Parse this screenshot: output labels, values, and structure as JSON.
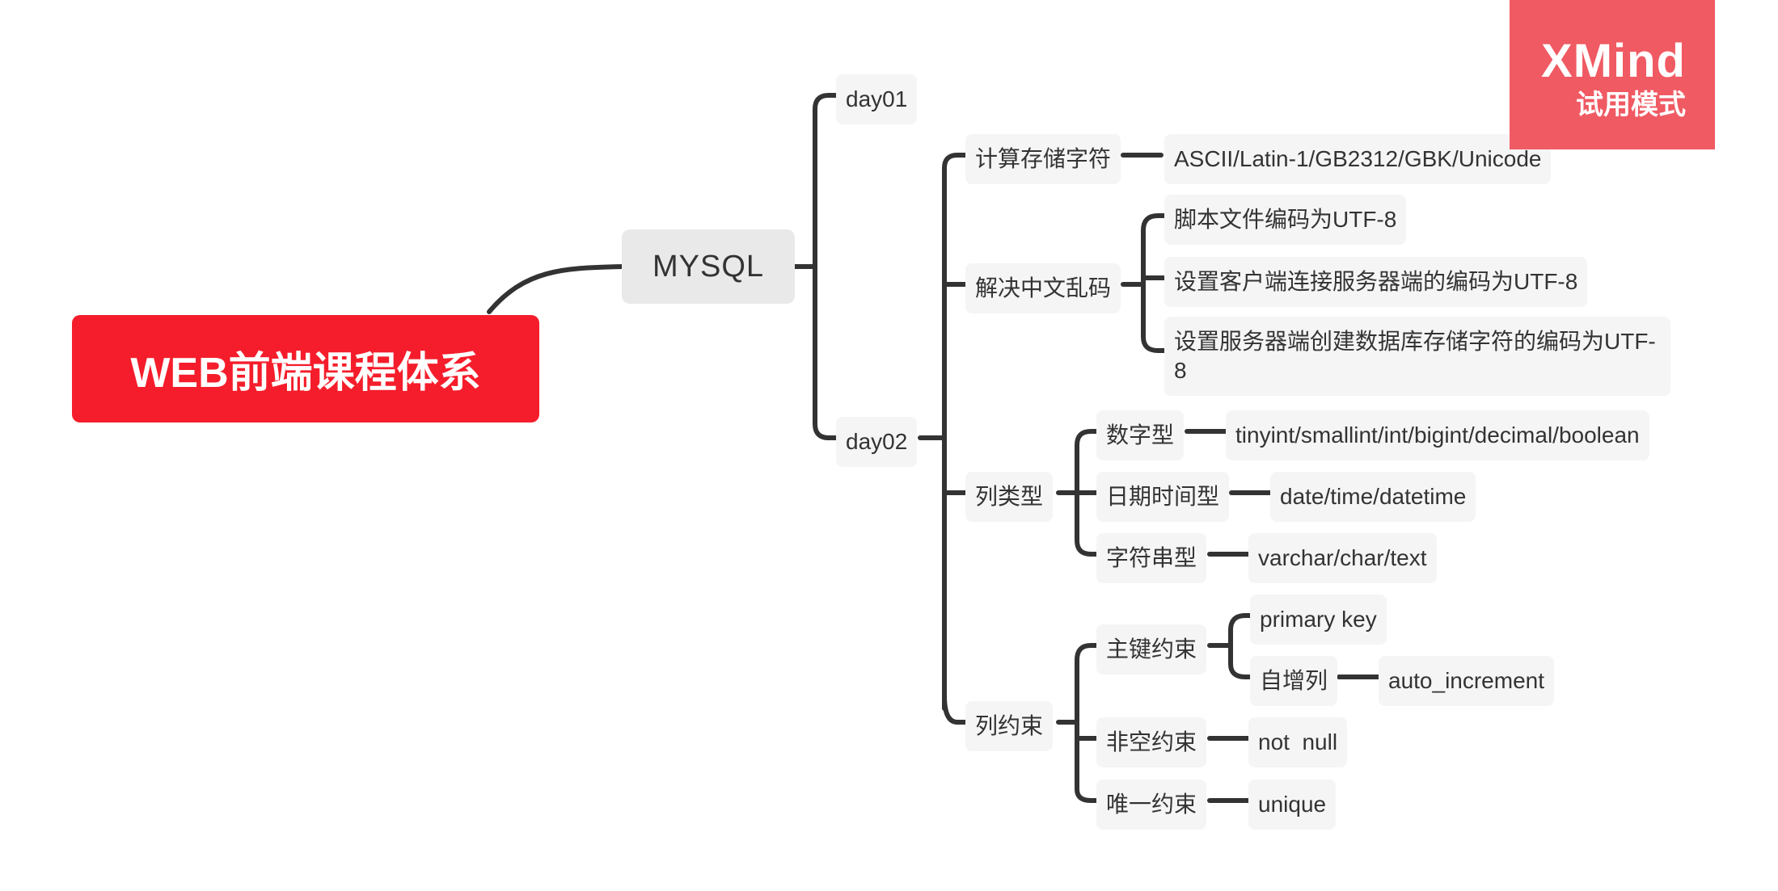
{
  "root": "WEB前端课程体系",
  "main": "MYSQL",
  "day01": "day01",
  "day02": "day02",
  "calc": {
    "label": "计算存储字符",
    "encodings": "ASCII/Latin-1/GB2312/GBK/Unicode"
  },
  "garble": {
    "label": "解决中文乱码",
    "items": [
      "脚本文件编码为UTF-8",
      "设置客户端连接服务器端的编码为UTF-8",
      "设置服务器端创建数据库存储字符的编码为UTF-8"
    ]
  },
  "coltype": {
    "label": "列类型",
    "numeric": {
      "label": "数字型",
      "value": "tinyint/smallint/int/bigint/decimal/boolean"
    },
    "datetime": {
      "label": "日期时间型",
      "value": "date/time/datetime"
    },
    "string": {
      "label": "字符串型",
      "value": "varchar/char/text"
    }
  },
  "constraint": {
    "label": "列约束",
    "pk": {
      "label": "主键约束",
      "primary": "primary key",
      "auto": {
        "label": "自增列",
        "value": "auto_increment"
      }
    },
    "notnull": {
      "label": "非空约束",
      "value": "not  null"
    },
    "unique": {
      "label": "唯一约束",
      "value": "unique"
    }
  },
  "watermark": {
    "brand": "XMind",
    "mode": "试用模式"
  },
  "colors": {
    "root": "#f51d2b",
    "line": "#333333",
    "node_bg": "#f5f5f5",
    "badge": "#f05a63"
  }
}
